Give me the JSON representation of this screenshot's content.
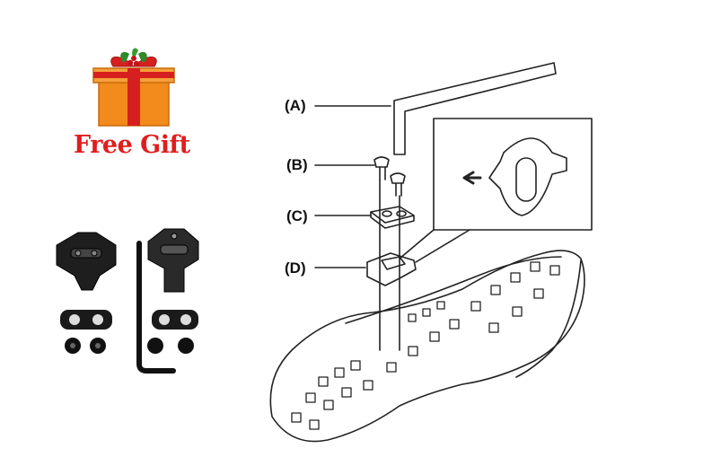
{
  "promo": {
    "gift_text": "Free Gift"
  },
  "diagram": {
    "labels": {
      "a": "(A)",
      "b": "(B)",
      "c": "(C)",
      "d": "(D)"
    }
  },
  "colors": {
    "gift_red": "#e01e1e",
    "gift_box_orange": "#f28a1c",
    "ribbon_red": "#d62020",
    "holly_green": "#2f8a2a",
    "part_black": "#1a1a1a",
    "line_art": "#222222"
  }
}
